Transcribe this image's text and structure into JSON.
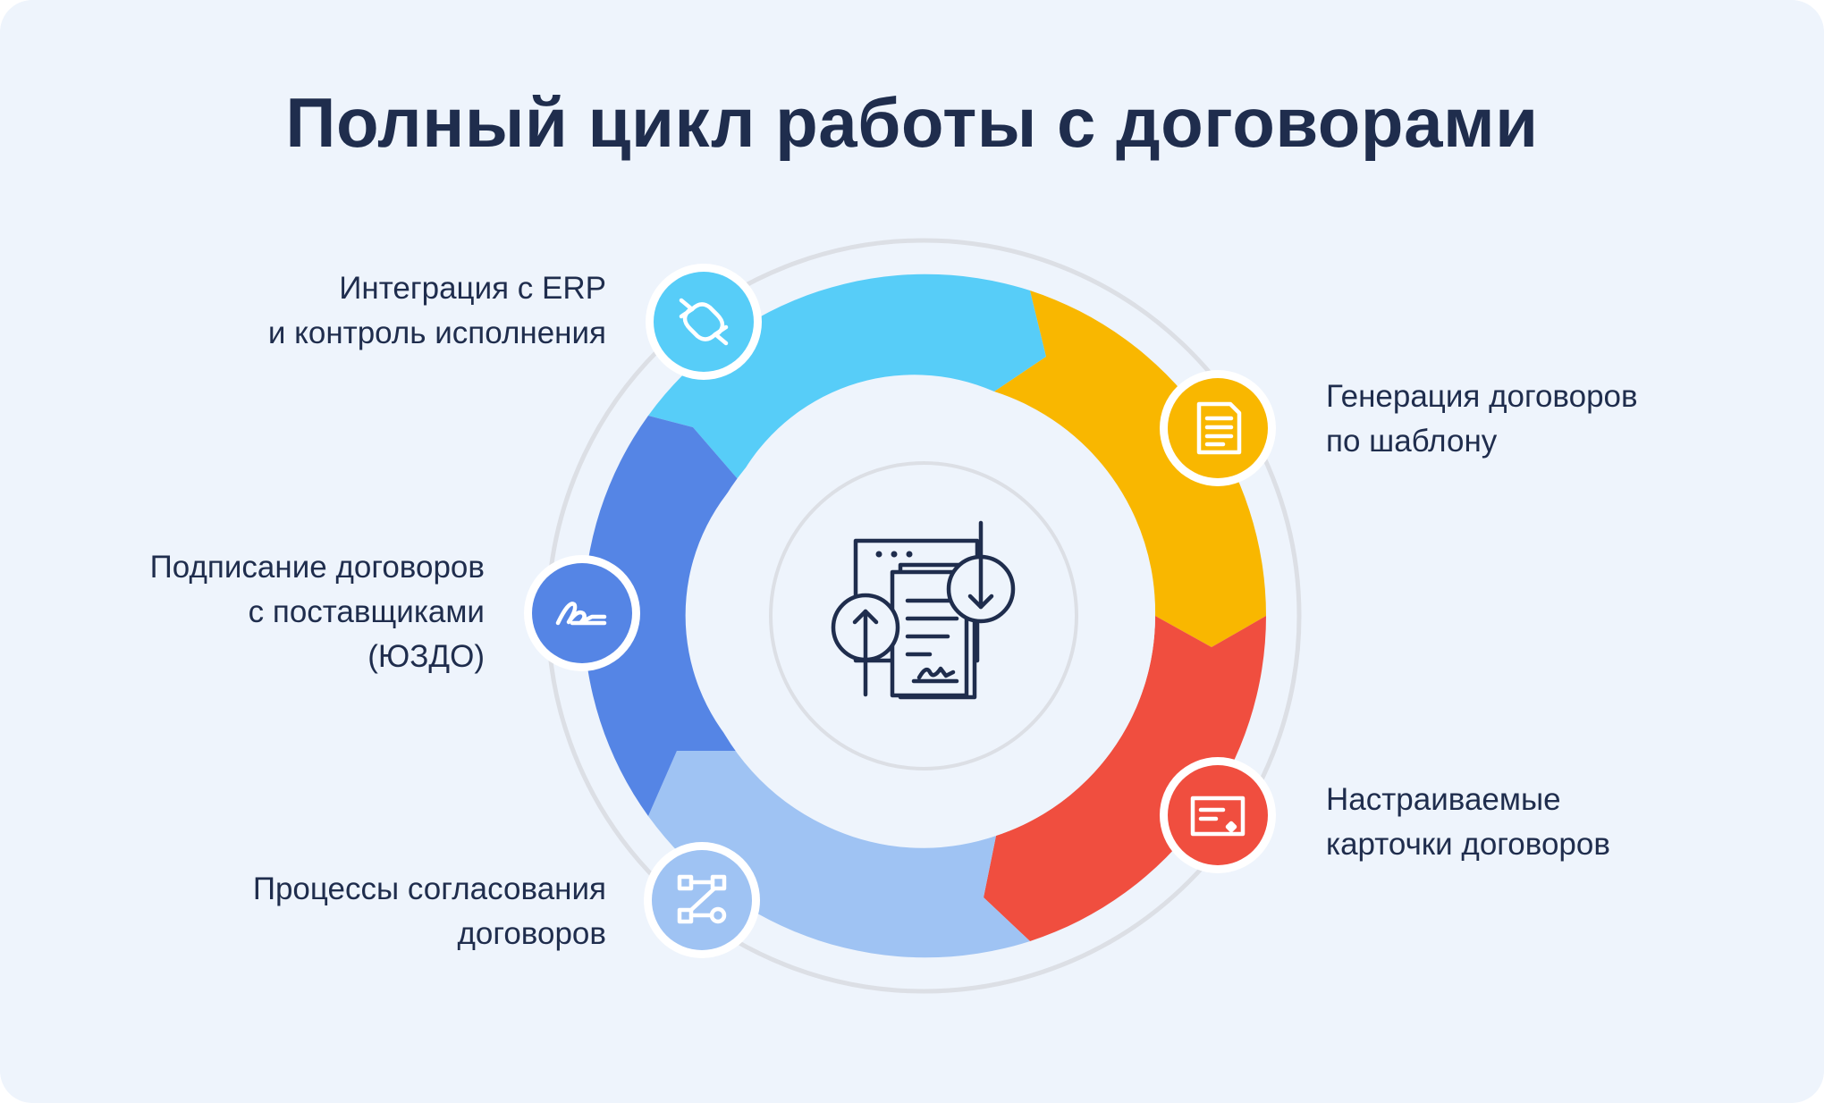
{
  "title": "Полный цикл работы с договорами",
  "colors": {
    "background": "#eef4fc",
    "title": "#1f2d4d",
    "erp": "#57cdf8",
    "generation": "#f9b700",
    "cards": "#f04e3f",
    "approval": "#9fc3f3",
    "signing": "#5585e5",
    "ring": "#dcdfe5",
    "icon_stroke": "#1f2d4d"
  },
  "steps": [
    {
      "id": "erp",
      "lines": [
        "Интеграция с ERP",
        "и контроль исполнения"
      ],
      "icon": "sync-arrows-icon"
    },
    {
      "id": "generation",
      "lines": [
        "Генерация договоров",
        "по шаблону"
      ],
      "icon": "document-icon"
    },
    {
      "id": "cards",
      "lines": [
        "Настраиваемые",
        "карточки договоров"
      ],
      "icon": "contract-card-icon"
    },
    {
      "id": "approval",
      "lines": [
        "Процессы согласования",
        "договоров"
      ],
      "icon": "workflow-icon"
    },
    {
      "id": "signing",
      "lines": [
        "Подписание договоров",
        "с поставщиками",
        "(ЮЗДО)"
      ],
      "icon": "signature-icon"
    }
  ],
  "center_icon": "document-exchange-icon"
}
